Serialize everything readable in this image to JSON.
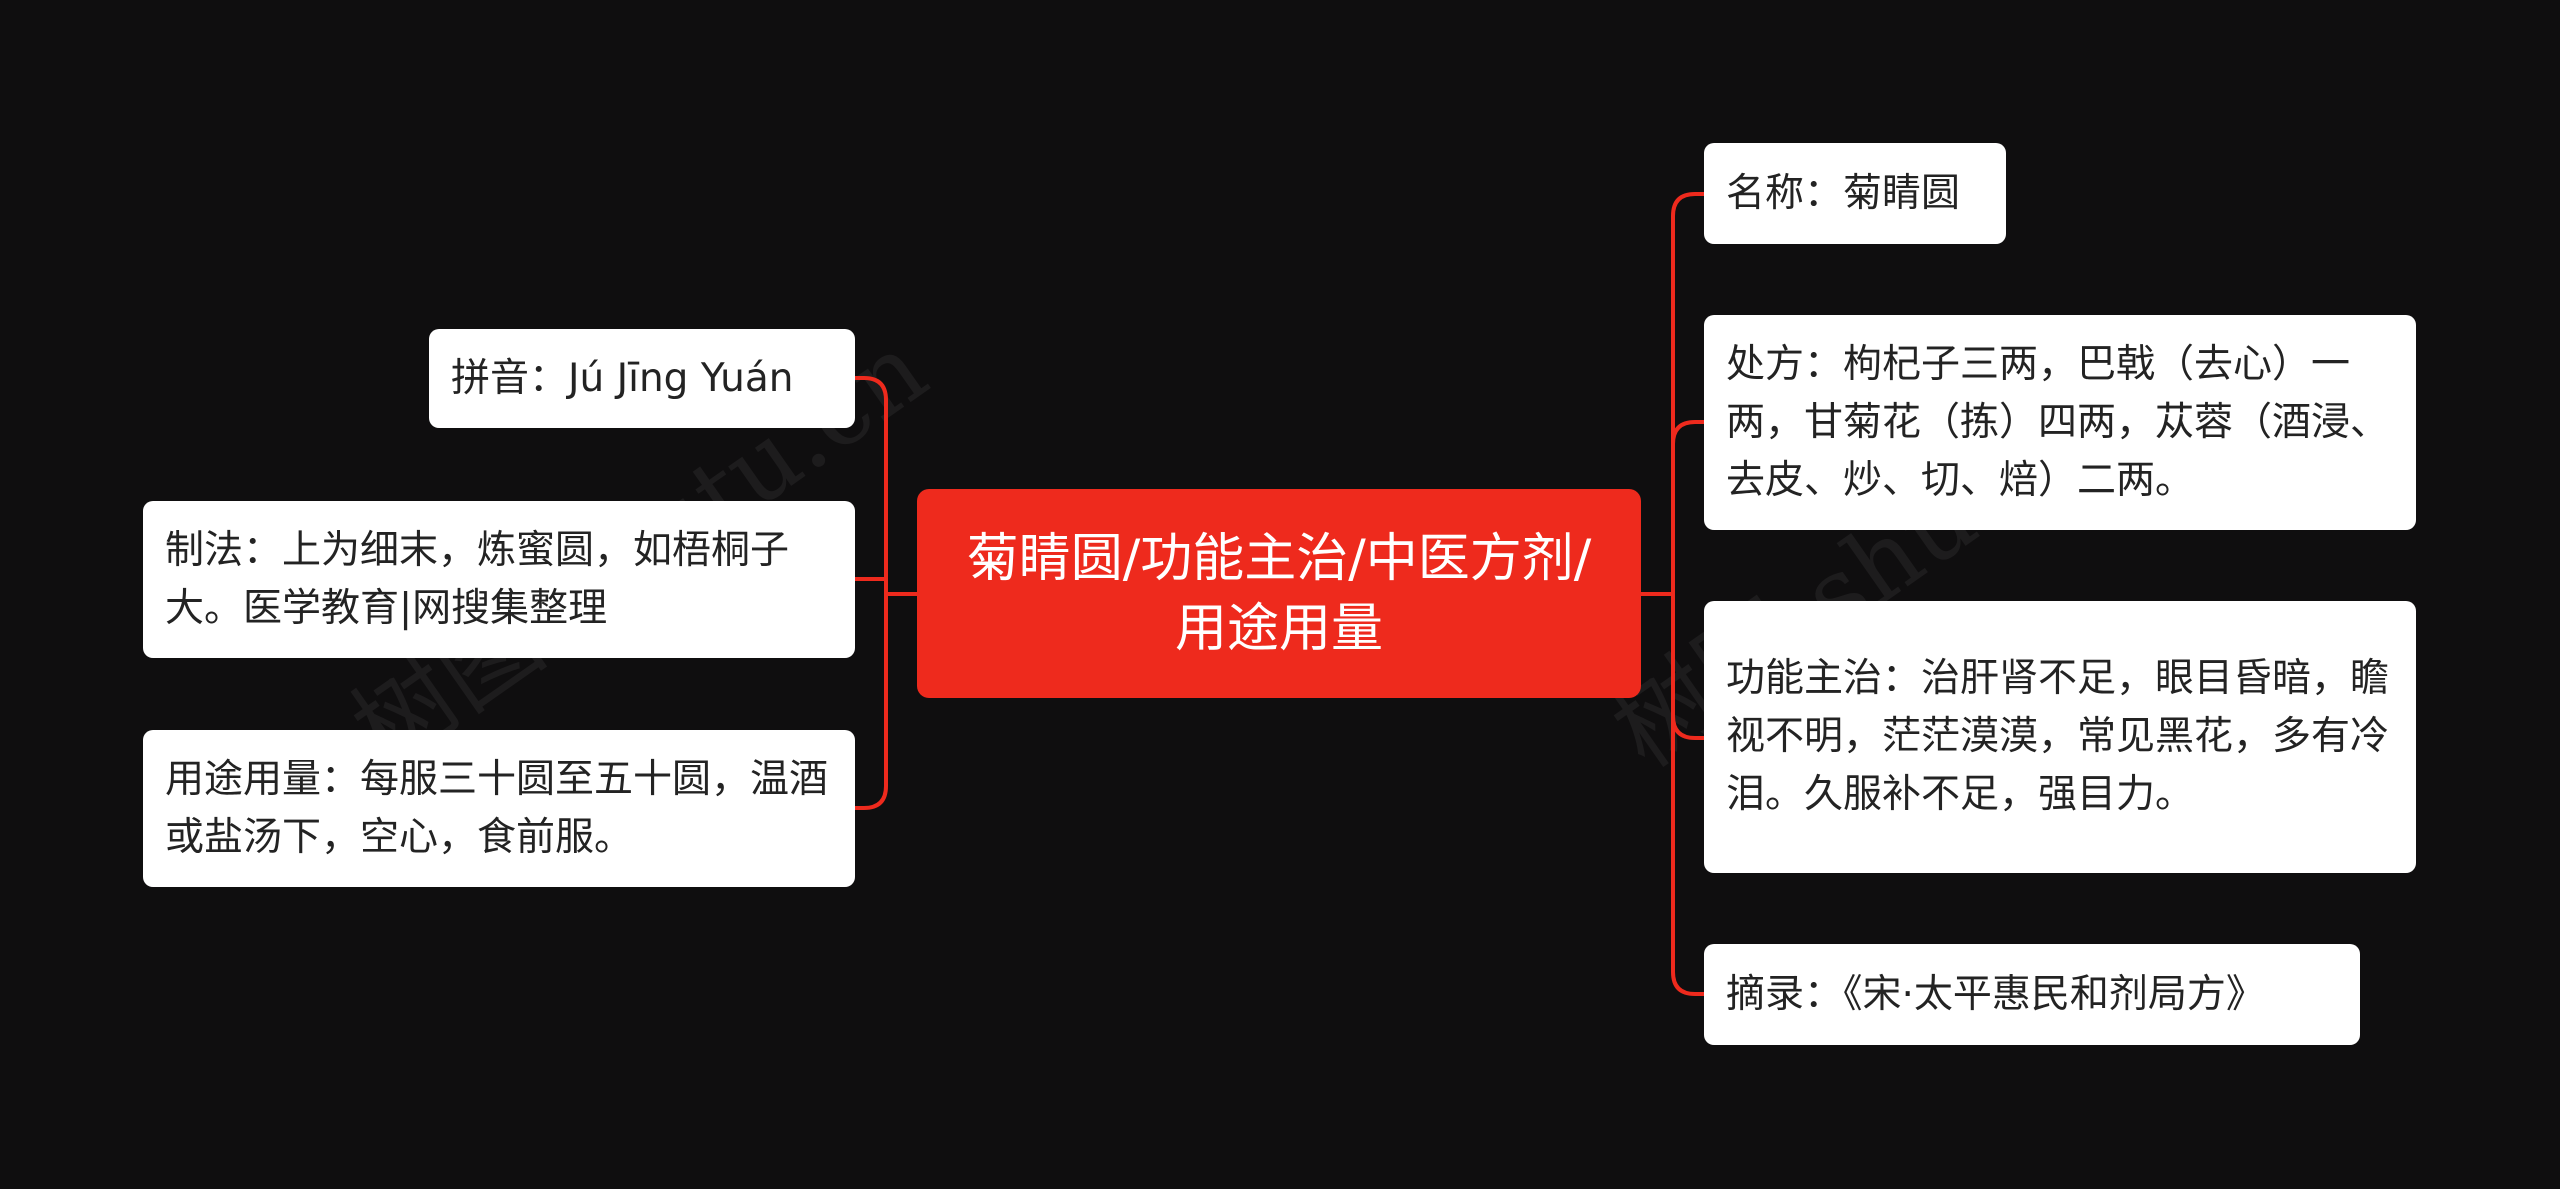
{
  "central": {
    "label": "菊睛圆/功能主治/中医方剂/用途用量"
  },
  "left_nodes": [
    {
      "text": "拼音：Jú Jīng Yuán"
    },
    {
      "text": "制法：上为细末，炼蜜圆，如梧桐子大。医学教育|网搜集整理"
    },
    {
      "text": "用途用量：每服三十圆至五十圆，温酒或盐汤下，空心，食前服。"
    }
  ],
  "right_nodes": [
    {
      "text": "名称：菊睛圆"
    },
    {
      "text": "处方：枸杞子三两，巴戟（去心）一两，甘菊花（拣）四两，苁蓉（酒浸、去皮、炒、切、焙）二两。"
    },
    {
      "text": "功能主治：治肝肾不足，眼目昏暗，瞻视不明，茫茫漠漠，常见黑花，多有冷泪。久服补不足，强目力。"
    },
    {
      "text": "摘录：《宋·太平惠民和剂局方》"
    }
  ],
  "watermark": {
    "text": "树图 shutu.cn"
  },
  "colors": {
    "background": "#0f0e0f",
    "central_fill": "#ee2a1d",
    "connector": "#ee2a1d",
    "node_fill": "#ffffff",
    "node_text": "#232323"
  }
}
